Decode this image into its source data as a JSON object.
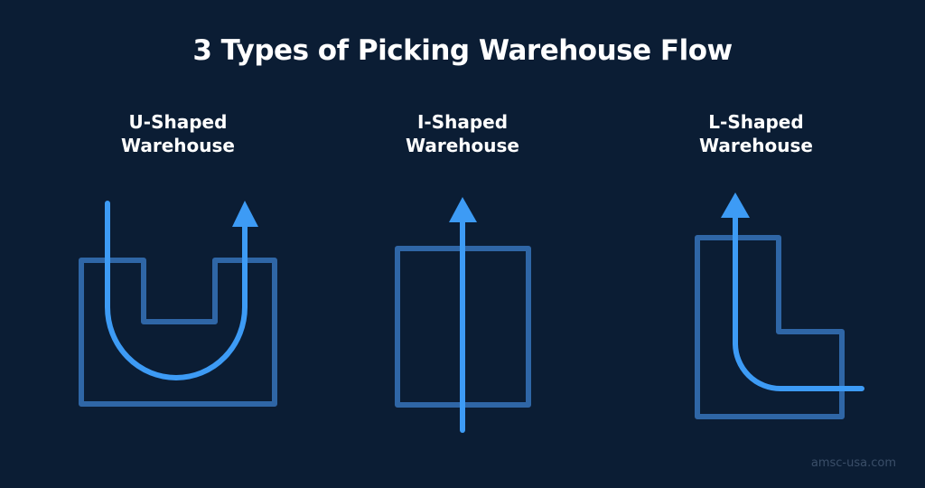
{
  "title": "3 Types of Picking Warehouse Flow",
  "colors": {
    "background": "#0b1d34",
    "outline": "#2f66a6",
    "flow_arrow": "#3d9bf5",
    "text": "#ffffff",
    "watermark": "#3a4e68"
  },
  "layouts": [
    {
      "id": "u",
      "line1": "U-Shaped",
      "line2": "Warehouse"
    },
    {
      "id": "i",
      "line1": "I-Shaped",
      "line2": "Warehouse"
    },
    {
      "id": "l",
      "line1": "L-Shaped",
      "line2": "Warehouse"
    }
  ],
  "watermark": "amsc-usa.com"
}
